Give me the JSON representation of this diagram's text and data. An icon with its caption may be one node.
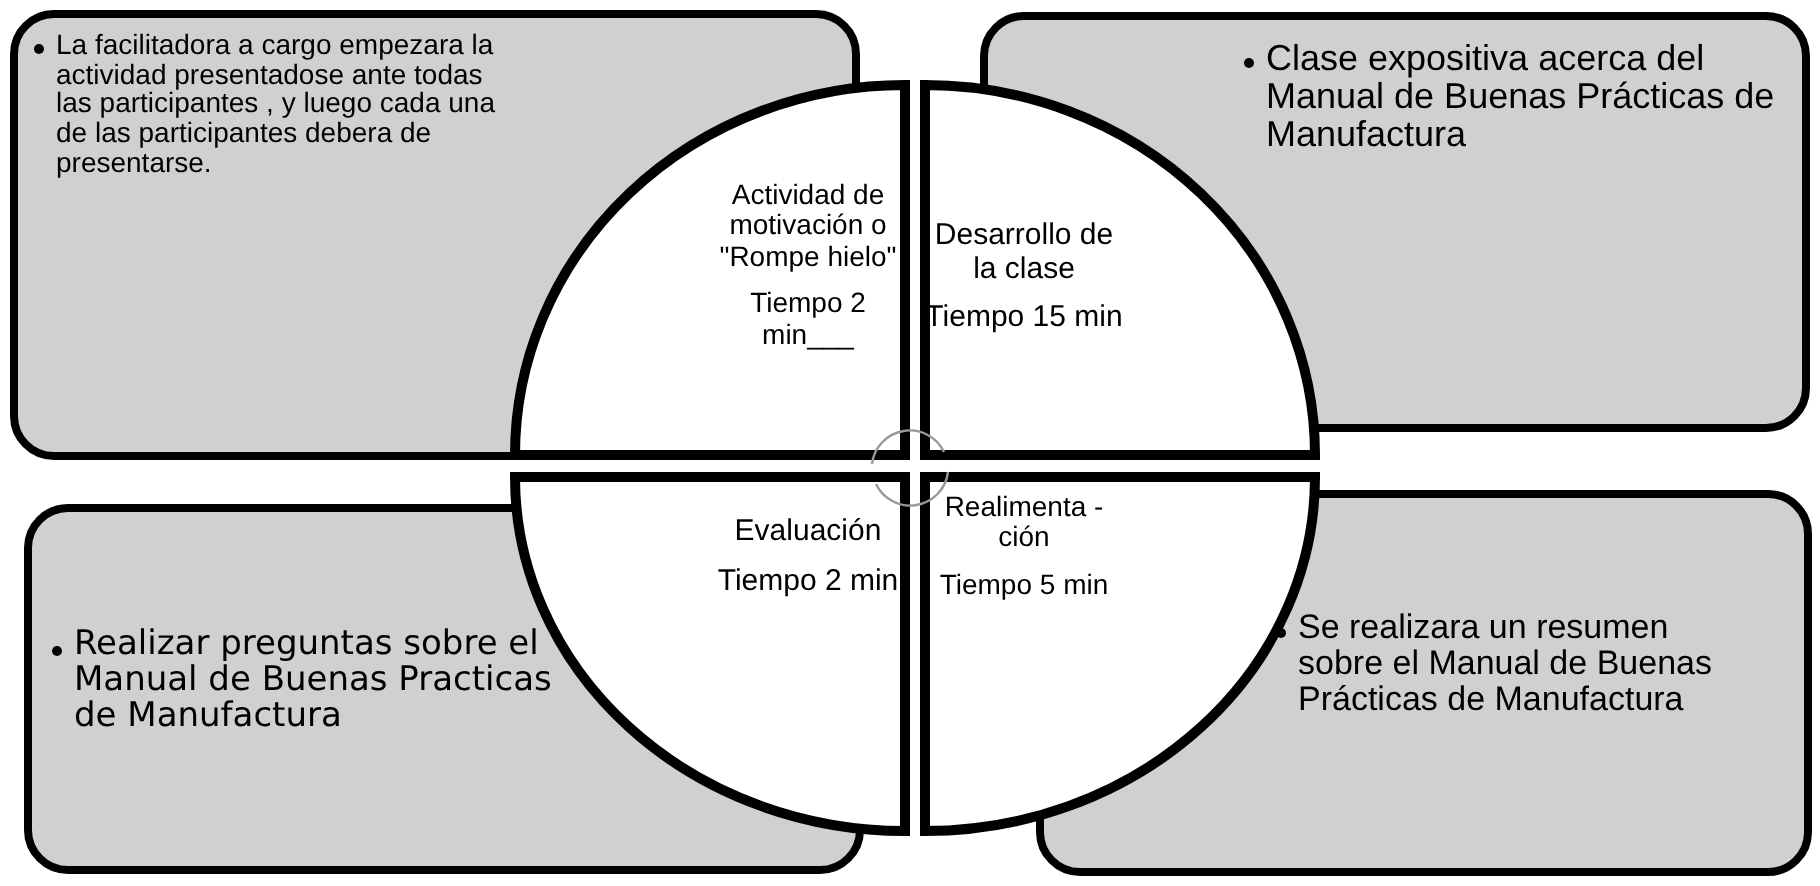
{
  "diagram": {
    "nodes": [
      {
        "text": [
          "La facilitadora a cargo empezara la actividad presentadose ante todas las participantes , y luego cada una de las participantes debera de presentarse."
        ]
      },
      {
        "text": [
          "Actividad de motivación o \"Rompe hielo\"",
          "Tiempo 2 min___"
        ]
      },
      {
        "text": [
          "Desarrollo de la clase",
          "Tiempo 15 min"
        ]
      },
      {
        "text": [
          "Clase expositiva acerca del Manual de Buenas Prácticas de Manufactura"
        ]
      },
      {
        "text": [
          "Realizar preguntas sobre el Manual de Buenas Practicas de Manufactura"
        ]
      },
      {
        "text": [
          "Evaluación",
          "Tiempo 2 min"
        ]
      },
      {
        "text": [
          "Realimenta -ción",
          "Tiempo 5 min"
        ]
      },
      {
        "text": [
          "Se realizara un resumen sobre el Manual de Buenas Prácticas de Manufactura"
        ]
      }
    ]
  }
}
